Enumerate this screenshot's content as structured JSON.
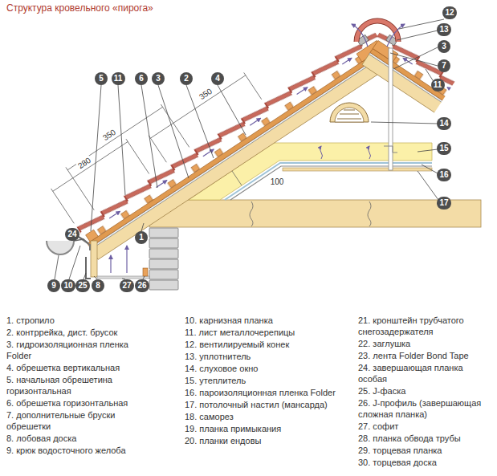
{
  "diagram": {
    "title": "Структура кровельного «пирога»",
    "nodes": [
      {
        "text": [
          "12"
        ]
      },
      {
        "text": [
          "13"
        ]
      },
      {
        "text": [
          "3"
        ]
      },
      {
        "text": [
          "7"
        ]
      },
      {
        "text": [
          "5"
        ]
      },
      {
        "text": [
          "11"
        ]
      },
      {
        "text": [
          "6"
        ]
      },
      {
        "text": [
          "3"
        ]
      },
      {
        "text": [
          "2"
        ]
      },
      {
        "text": [
          "4"
        ]
      },
      {
        "text": [
          "11"
        ]
      },
      {
        "text": [
          "14"
        ]
      },
      {
        "text": [
          "15"
        ]
      },
      {
        "text": [
          "16"
        ]
      },
      {
        "text": [
          "17"
        ]
      },
      {
        "text": [
          "24"
        ]
      },
      {
        "text": [
          "1"
        ]
      },
      {
        "text": [
          "9"
        ]
      },
      {
        "text": [
          "10"
        ]
      },
      {
        "text": [
          "25"
        ]
      },
      {
        "text": [
          "8"
        ]
      },
      {
        "text": [
          "27"
        ]
      },
      {
        "text": [
          "26"
        ]
      }
    ],
    "labels": [
      "280",
      "350",
      "350",
      "100",
      "1. стропило",
      "2. контррейка, дист. брусок",
      "3. гидроизоляционная пленка Folder",
      "4. обрешетка вертикальная",
      "5. начальная обрешетина горизонтальная",
      "6. обрешетка горизонтальная",
      "7. дополнительные бруски обрешетки",
      "8. лобовая доска",
      "9. крюк водосточного желоба",
      "10. карнизная планка",
      "11. лист металлочерепицы",
      "12. вентилируемый конек",
      "13. уплотнитель",
      "14. слуховое окно",
      "15. утеплитель",
      "16. пароизоляционная пленка Folder",
      "17. потолочный настил (мансарда)",
      "18. саморез",
      "19. планка примыкания",
      "20. планки ендовы",
      "21. кронштейн трубчатого снегозадержателя",
      "22. заглушка",
      "23. лента Folder Bond Tape",
      "24. завершающая планка особая",
      "25. J-фаска",
      "26. J-профиль (завершающая сложная планка)",
      "27. софит",
      "28. планка обвода трубы",
      "29. торцевая планка",
      "30. торцевая доска"
    ]
  }
}
